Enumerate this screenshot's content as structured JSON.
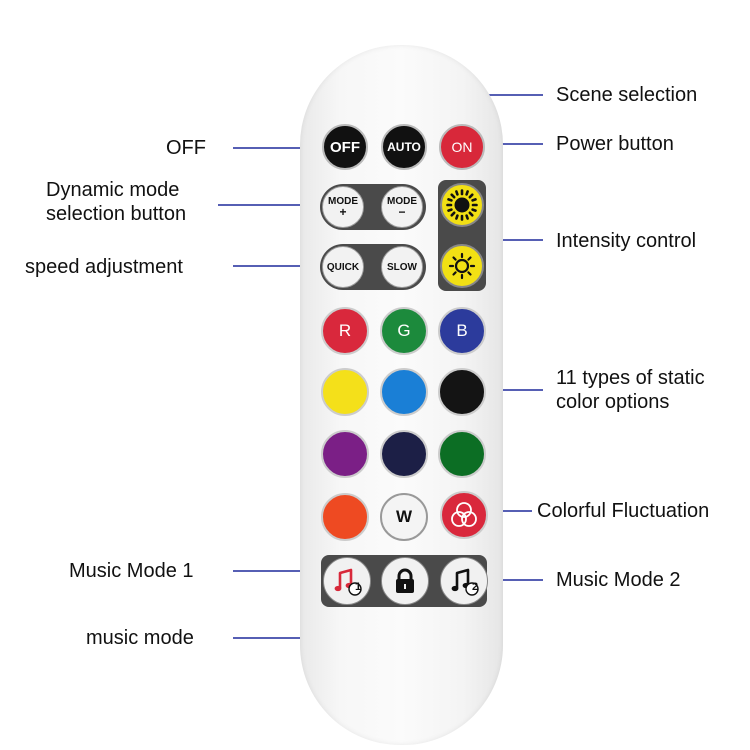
{
  "labels": {
    "off": "OFF",
    "scene_selection": "Scene selection",
    "power_button": "Power button",
    "dynamic_mode_line1": "Dynamic mode",
    "dynamic_mode_line2": "selection button",
    "intensity_control": "Intensity control",
    "speed_adjustment": "speed adjustment",
    "static_colors_line1": "11 types of static",
    "static_colors_line2": "color options",
    "colorful_fluctuation": "Colorful Fluctuation",
    "music_mode_1": "Music Mode 1",
    "music_mode_2": "Music Mode 2",
    "music_mode": "music mode"
  },
  "buttons": {
    "off": "OFF",
    "auto": "AUTO",
    "on": "ON",
    "mode_plus_top": "MODE",
    "mode_plus_sign": "+",
    "mode_minus_top": "MODE",
    "mode_minus_sign": "−",
    "quick": "QUICK",
    "slow": "SLOW",
    "r": "R",
    "g": "G",
    "b": "B",
    "w": "W",
    "music1_num": "1",
    "music2_num": "2"
  },
  "colors": {
    "annotation_line": "#1f2a9c",
    "red": "#d9283c",
    "green": "#1c8a3c",
    "blue": "#2c3b9c",
    "yellow": "#f4e01a",
    "sky_blue": "#1a7fd6",
    "black": "#141414",
    "purple": "#7b1f86",
    "navy": "#1c1f46",
    "dark_green": "#0c6e24",
    "orange": "#ee4a22",
    "white": "#f4f4f4",
    "on_red": "#d8283a",
    "intensity_yellow": "#f2e014"
  },
  "icons": {
    "brightness_up": "sun-bright-icon",
    "brightness_down": "sun-dim-icon",
    "fluctuation": "three-circles-icon",
    "music_note": "music-note-icon",
    "lock": "padlock-icon"
  }
}
